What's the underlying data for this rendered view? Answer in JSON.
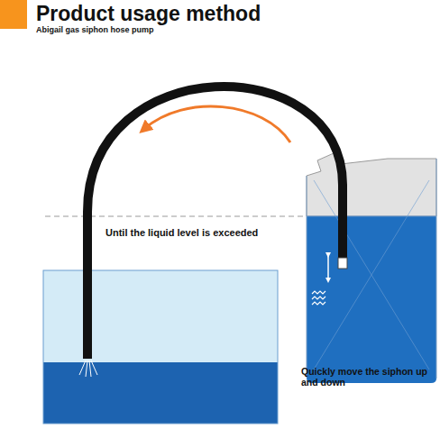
{
  "diagram": {
    "title": "Product usage method",
    "labels": [
      "Abigail gas siphon hose pump",
      "Until the liquid level is exceeded",
      "Quickly move the siphon up and down"
    ]
  }
}
